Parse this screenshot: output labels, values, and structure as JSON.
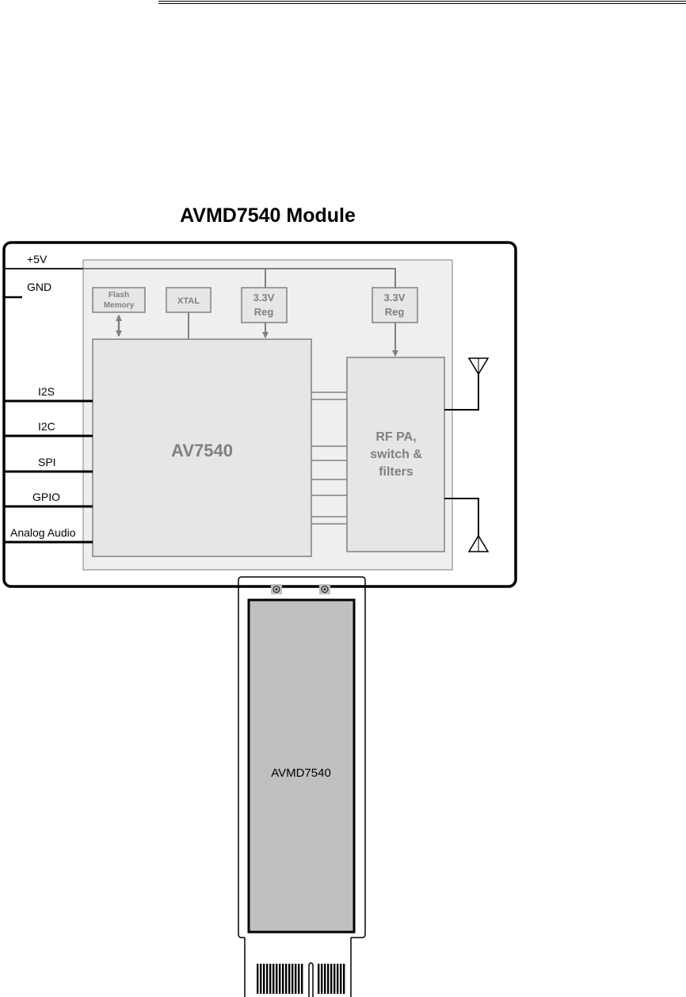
{
  "header": {
    "rule": "double-line"
  },
  "block_diagram": {
    "title": "AVMD7540 Module",
    "pins": {
      "power": "+5V",
      "ground": "GND",
      "i2s": "I2S",
      "i2c": "I2C",
      "spi": "SPI",
      "gpio": "GPIO",
      "analog_audio": "Analog Audio"
    },
    "blocks": {
      "flash_line1": "Flash",
      "flash_line2": "Memory",
      "xtal": "XTAL",
      "reg_line1": "3.3V",
      "reg_line2": "Reg",
      "processor": "AV7540",
      "rf_line1": "RF PA,",
      "rf_line2": "switch &",
      "rf_line3": "filters"
    }
  },
  "module_card": {
    "label": "AVMD7540"
  },
  "colors": {
    "outline": "#000000",
    "block_fill": "#e6e6e6",
    "inner_fill": "#efefef",
    "block_stroke": "#808080",
    "block_text": "#808080",
    "chip_fill": "#c0c0c0"
  }
}
